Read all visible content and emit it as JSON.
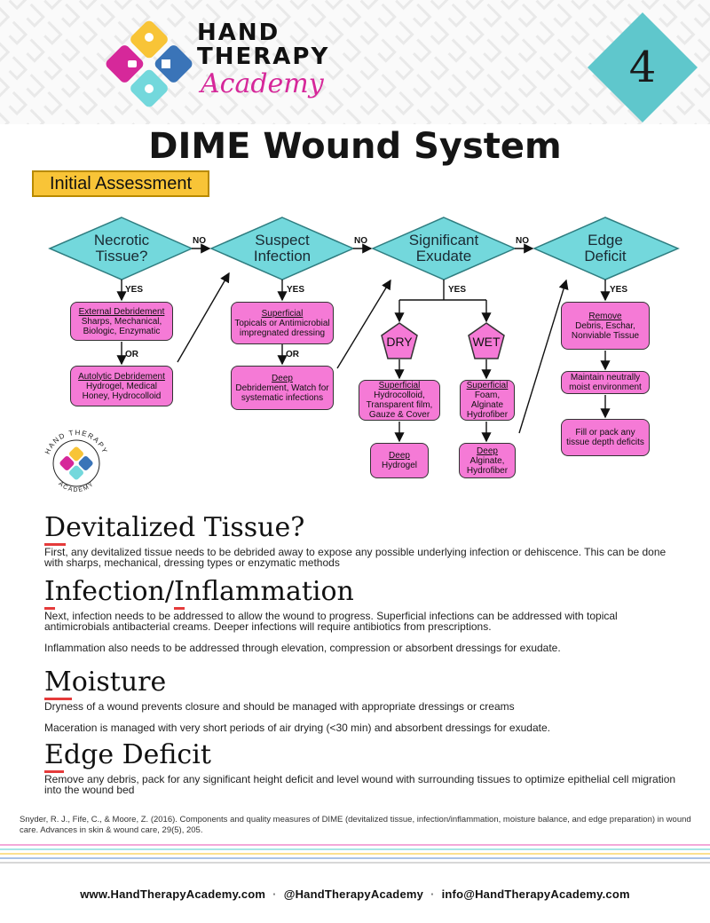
{
  "brand": {
    "line1": "HAND",
    "line2": "THERAPY",
    "line3": "Academy"
  },
  "badge": {
    "number": "4"
  },
  "title": "DIME Wound System",
  "flowchart": {
    "initial": "Initial Assessment",
    "decisions": [
      {
        "l1": "Necrotic",
        "l2": "Tissue?"
      },
      {
        "l1": "Suspect",
        "l2": "Infection"
      },
      {
        "l1": "Significant",
        "l2": "Exudate"
      },
      {
        "l1": "Edge",
        "l2": "Deficit"
      }
    ],
    "no": "NO",
    "yes": "YES",
    "or": "OR",
    "necrotic": {
      "box1": {
        "title": "External Debridement",
        "body": "Sharps, Mechanical, Biologic, Enzymatic"
      },
      "box2": {
        "title": "Autolytic Debridement",
        "body": "Hydrogel, Medical Honey, Hydrocolloid"
      }
    },
    "infection": {
      "box1": {
        "title": "Superficial",
        "body": "Topicals or Antimicrobial impregnated dressing"
      },
      "box2": {
        "title": "Deep",
        "body": "Debridement, Watch for systematic infections"
      }
    },
    "exudate": {
      "dry": "DRY",
      "wet": "WET",
      "dry_box1": {
        "title": "Superficial",
        "body": "Hydrocolloid, Transparent film, Gauze & Cover"
      },
      "dry_box2": {
        "title": "Deep",
        "body": "Hydrogel"
      },
      "wet_box1": {
        "title": "Superficial",
        "body": "Foam, Alginate Hydrofiber"
      },
      "wet_box2": {
        "title": "Deep",
        "body": "Alginate, Hydrofiber"
      }
    },
    "edge": {
      "box1": {
        "title": "Remove",
        "body": "Debris, Eschar, Nonviable Tissue"
      },
      "box2": {
        "body": "Maintain neutrally moist environment"
      },
      "box3": {
        "body": "Fill or pack any tissue depth deficits"
      }
    }
  },
  "circle_logo": {
    "top": "HAND THERAPY",
    "bottom": "ACADEMY"
  },
  "sections": [
    {
      "first": "D",
      "rest": "evitalized Tissue?",
      "paras": [
        "First, any devitalized tissue needs to be debrided away to expose any possible underlying infection or dehiscence. This can be done with sharps, mechanical, dressing types or enzymatic methods"
      ]
    },
    {
      "first": "I",
      "rest": "nfection/",
      "first2": "I",
      "rest2": "nflammation",
      "paras": [
        "Next, infection needs to be addressed to allow the wound to progress. Superficial infections can be addressed with topical antimicrobials antibacterial creams. Deeper infections will require antibiotics from prescriptions.",
        "Inflammation also needs to be addressed through elevation, compression or absorbent dressings for exudate."
      ]
    },
    {
      "first": "M",
      "rest": "oisture",
      "paras": [
        "Dryness of a wound prevents closure and should be managed with appropriate dressings or creams",
        "Maceration is managed with very short periods of air drying (<30 min) and absorbent dressings for exudate."
      ]
    },
    {
      "first": "E",
      "rest": "dge Deficit",
      "paras": [
        "Remove any debris, pack for any significant height deficit and level wound with surrounding tissues to optimize epithelial cell migration into the wound bed"
      ]
    }
  ],
  "citation": "Snyder, R. J., Fife, C., & Moore, Z. (2016). Components and quality measures of DIME (devitalized tissue, infection/inflammation, moisture balance, and edge preparation) in wound care. Advances in skin & wound care, 29(5), 205.",
  "footer": {
    "website": "www.HandTherapyAcademy.com",
    "handle": "@HandTherapyAcademy",
    "email": "info@HandTherapyAcademy.com",
    "sep": "·"
  },
  "colors": {
    "diamond": "#73d8dc",
    "pink_box": "#f57ad6",
    "initial_box": "#f8c437",
    "badge": "#5fc7cc",
    "accent_underline": "#e53b3b",
    "academy_text": "#d6289a"
  }
}
